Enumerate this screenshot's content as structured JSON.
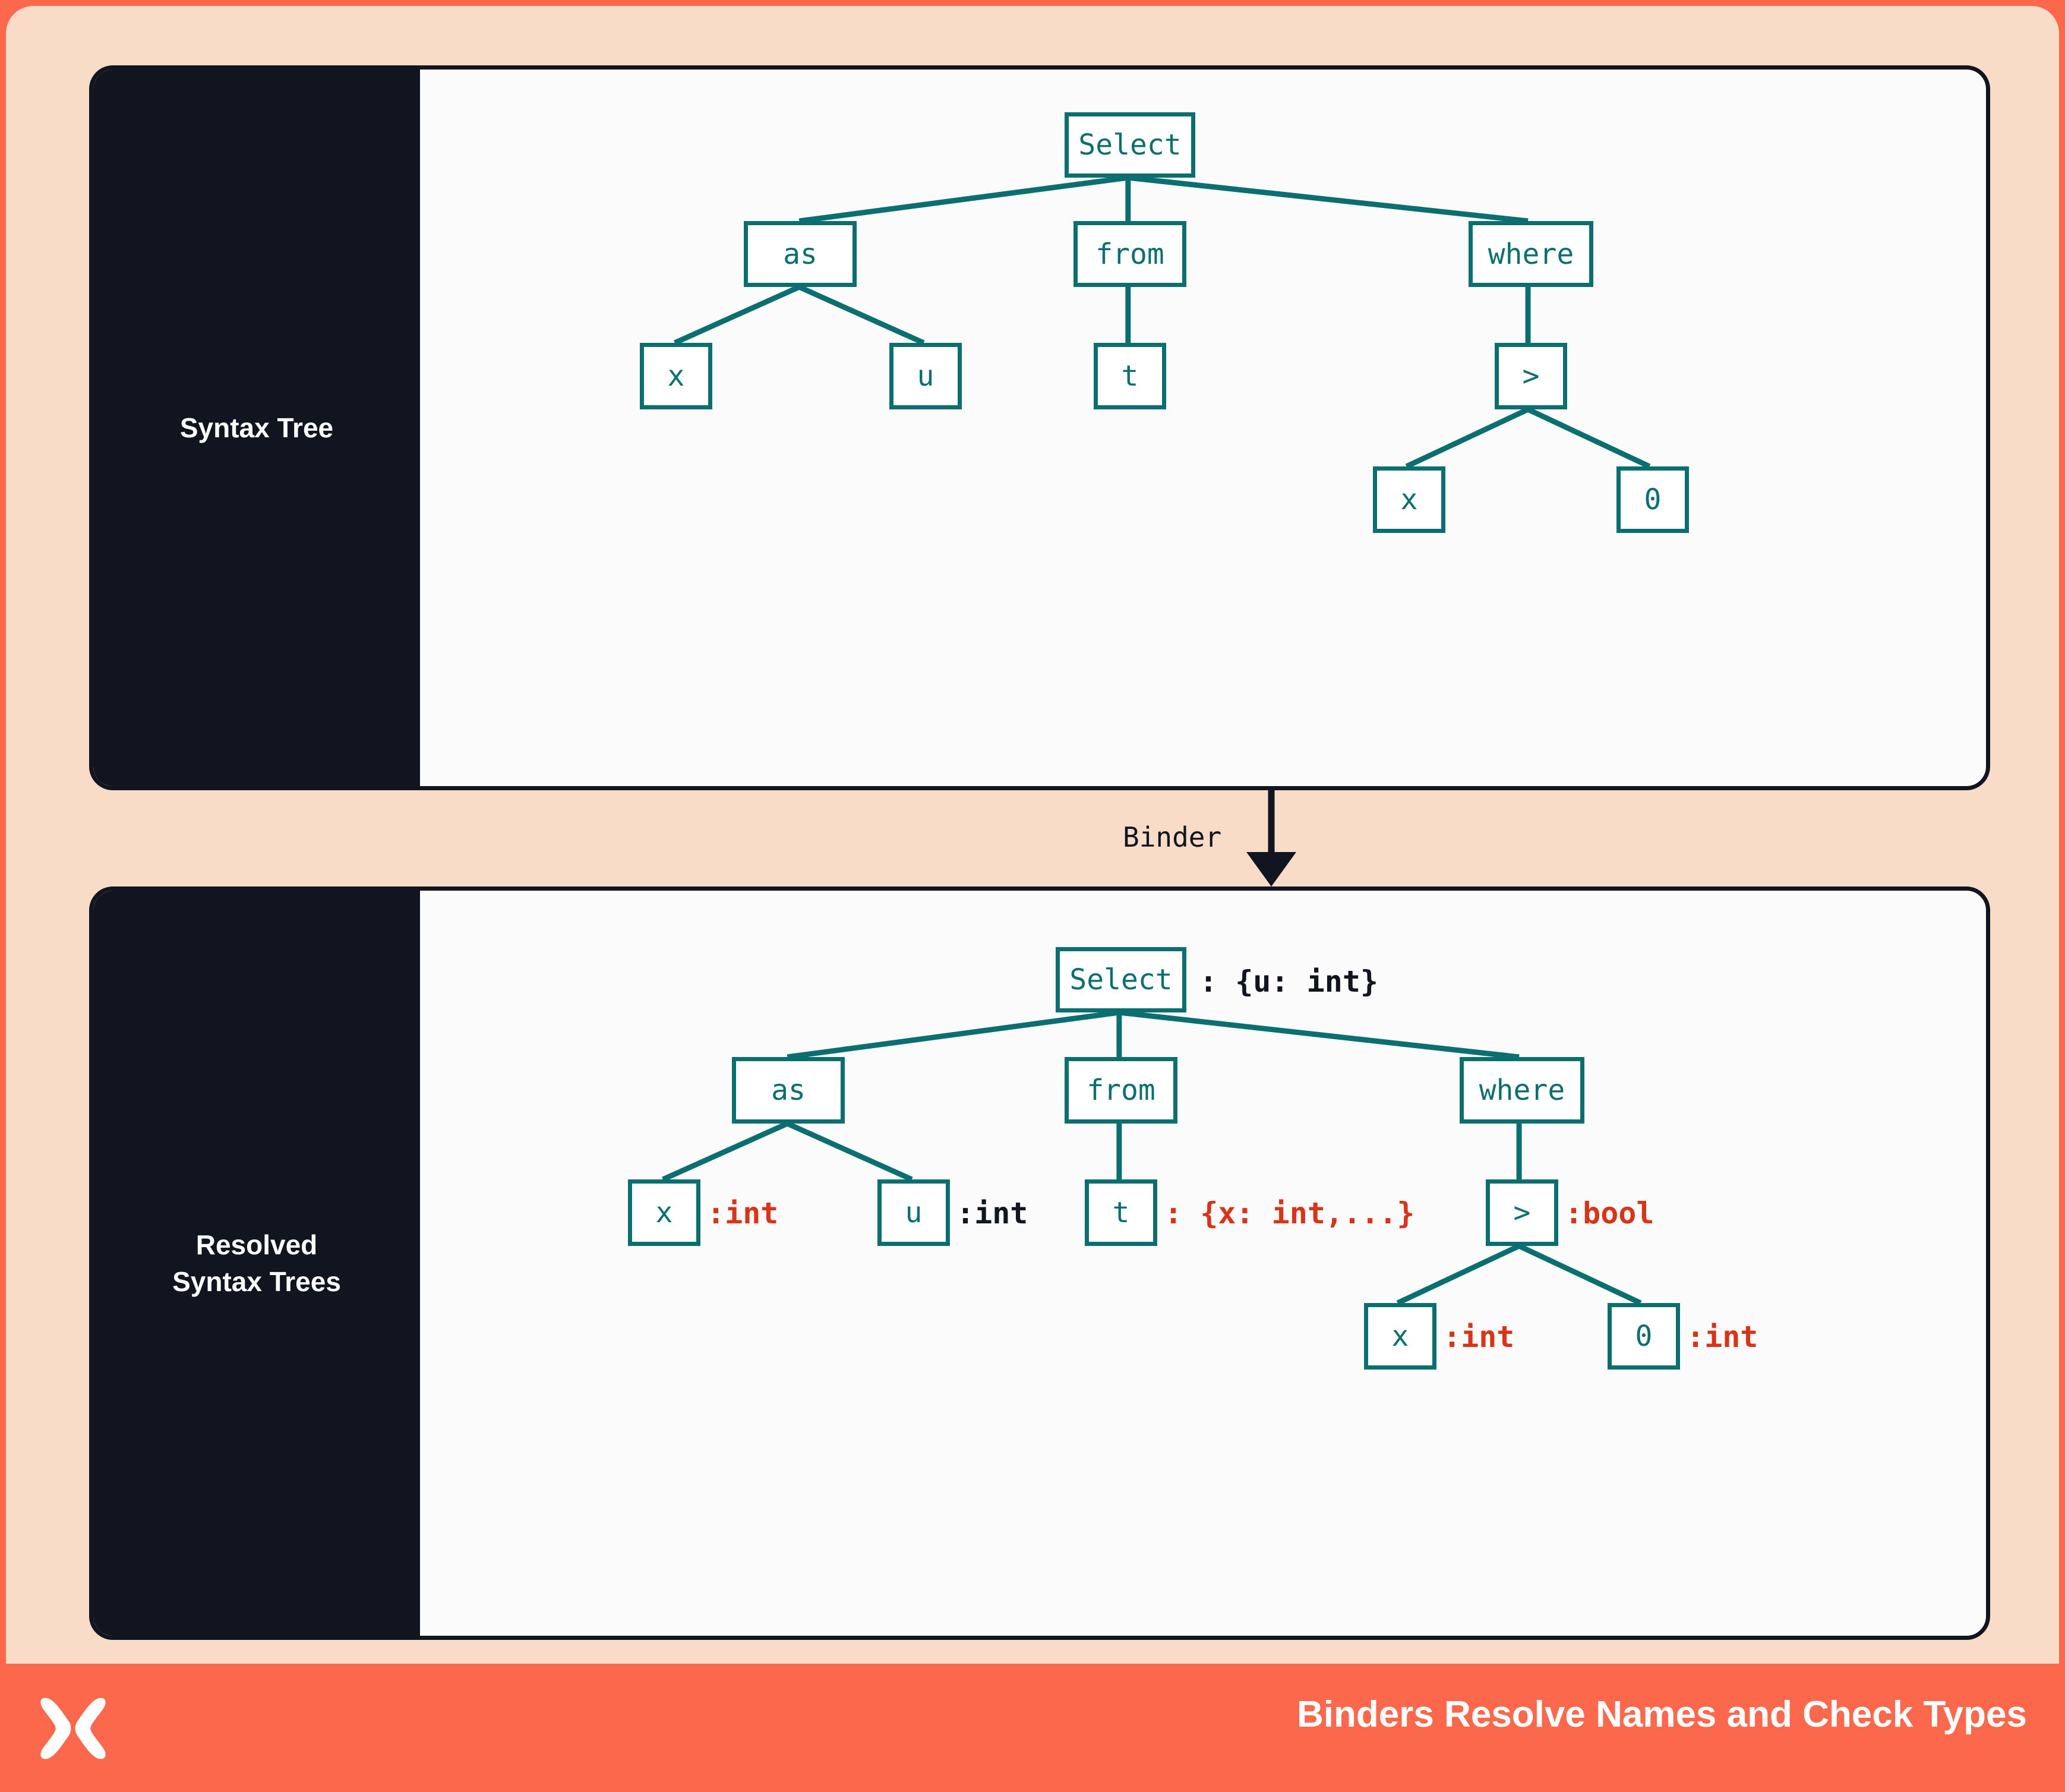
{
  "theme": {
    "accent_orange": "#fb684b",
    "background_peach": "#f9dcc8",
    "panel_dark": "#11151f",
    "node_teal": "#0b6e70",
    "annotation_red": "#d8341a",
    "canvas_white": "#fbfbfb"
  },
  "panels": {
    "top": {
      "label": "Syntax Tree"
    },
    "bottom": {
      "label_line1": "Resolved",
      "label_line2": "Syntax Trees"
    }
  },
  "binder": {
    "label": "Binder",
    "arrow_icon": "arrow-down-icon"
  },
  "footer": {
    "logo_icon": "x-logo-icon",
    "title": "Binders Resolve Names and Check Types"
  },
  "syntax_tree": {
    "nodes": [
      {
        "id": "select",
        "label": "Select"
      },
      {
        "id": "as",
        "label": "as"
      },
      {
        "id": "from",
        "label": "from"
      },
      {
        "id": "where",
        "label": "where"
      },
      {
        "id": "as-x",
        "label": "x"
      },
      {
        "id": "as-u",
        "label": "u"
      },
      {
        "id": "from-t",
        "label": "t"
      },
      {
        "id": "gt",
        "label": ">"
      },
      {
        "id": "gt-x",
        "label": "x"
      },
      {
        "id": "gt-0",
        "label": "0"
      }
    ],
    "edges": [
      [
        "select",
        "as"
      ],
      [
        "select",
        "from"
      ],
      [
        "select",
        "where"
      ],
      [
        "as",
        "as-x"
      ],
      [
        "as",
        "as-u"
      ],
      [
        "from",
        "from-t"
      ],
      [
        "where",
        "gt"
      ],
      [
        "gt",
        "gt-x"
      ],
      [
        "gt",
        "gt-0"
      ]
    ]
  },
  "resolved_syntax_tree": {
    "nodes": [
      {
        "id": "select",
        "label": "Select",
        "annotation": ": {u: int}",
        "annotation_color": "dark"
      },
      {
        "id": "as",
        "label": "as",
        "annotation": "",
        "annotation_color": ""
      },
      {
        "id": "from",
        "label": "from",
        "annotation": "",
        "annotation_color": ""
      },
      {
        "id": "where",
        "label": "where",
        "annotation": "",
        "annotation_color": ""
      },
      {
        "id": "as-x",
        "label": "x",
        "annotation": ":int",
        "annotation_color": "red"
      },
      {
        "id": "as-u",
        "label": "u",
        "annotation": ":int",
        "annotation_color": "dark"
      },
      {
        "id": "from-t",
        "label": "t",
        "annotation": ": {x: int,...}",
        "annotation_color": "red"
      },
      {
        "id": "gt",
        "label": ">",
        "annotation": ":bool",
        "annotation_color": "red"
      },
      {
        "id": "gt-x",
        "label": "x",
        "annotation": ":int",
        "annotation_color": "red"
      },
      {
        "id": "gt-0",
        "label": "0",
        "annotation": ":int",
        "annotation_color": "red"
      }
    ],
    "edges": [
      [
        "select",
        "as"
      ],
      [
        "select",
        "from"
      ],
      [
        "select",
        "where"
      ],
      [
        "as",
        "as-x"
      ],
      [
        "as",
        "as-u"
      ],
      [
        "from",
        "from-t"
      ],
      [
        "where",
        "gt"
      ],
      [
        "gt",
        "gt-x"
      ],
      [
        "gt",
        "gt-0"
      ]
    ]
  }
}
